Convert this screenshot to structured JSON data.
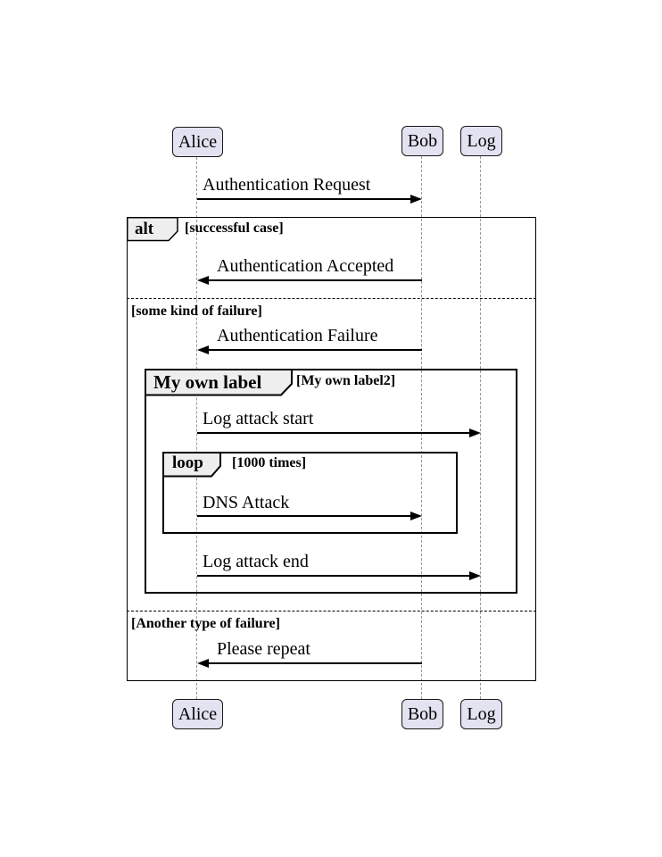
{
  "diagram": {
    "type": "uml-sequence-diagram",
    "participants": [
      {
        "name": "Alice"
      },
      {
        "name": "Bob"
      },
      {
        "name": "Log"
      }
    ],
    "messages": [
      {
        "label": "Authentication Request",
        "from": "Alice",
        "to": "Bob"
      },
      {
        "label": "Authentication Accepted",
        "from": "Bob",
        "to": "Alice"
      },
      {
        "label": "Authentication Failure",
        "from": "Bob",
        "to": "Alice"
      },
      {
        "label": "Log attack start",
        "from": "Alice",
        "to": "Log"
      },
      {
        "label": "DNS Attack",
        "from": "Alice",
        "to": "Bob"
      },
      {
        "label": "Log attack end",
        "from": "Alice",
        "to": "Log"
      },
      {
        "label": "Please repeat",
        "from": "Bob",
        "to": "Alice"
      }
    ],
    "alt_frame": {
      "keyword": "alt",
      "sections": [
        {
          "condition": "[successful case]"
        },
        {
          "condition": "[some kind of failure]"
        },
        {
          "condition": "[Another type of failure]"
        }
      ]
    },
    "group_frame": {
      "keyword": "My own label",
      "condition": "[My own label2]"
    },
    "loop_frame": {
      "keyword": "loop",
      "condition": "[1000 times]"
    },
    "colors": {
      "participant_fill": "#E2E2F0",
      "frame_label_fill": "#EEEEEE",
      "border": "#181818",
      "lifeline": "#999999",
      "message_line": "#000000"
    }
  }
}
